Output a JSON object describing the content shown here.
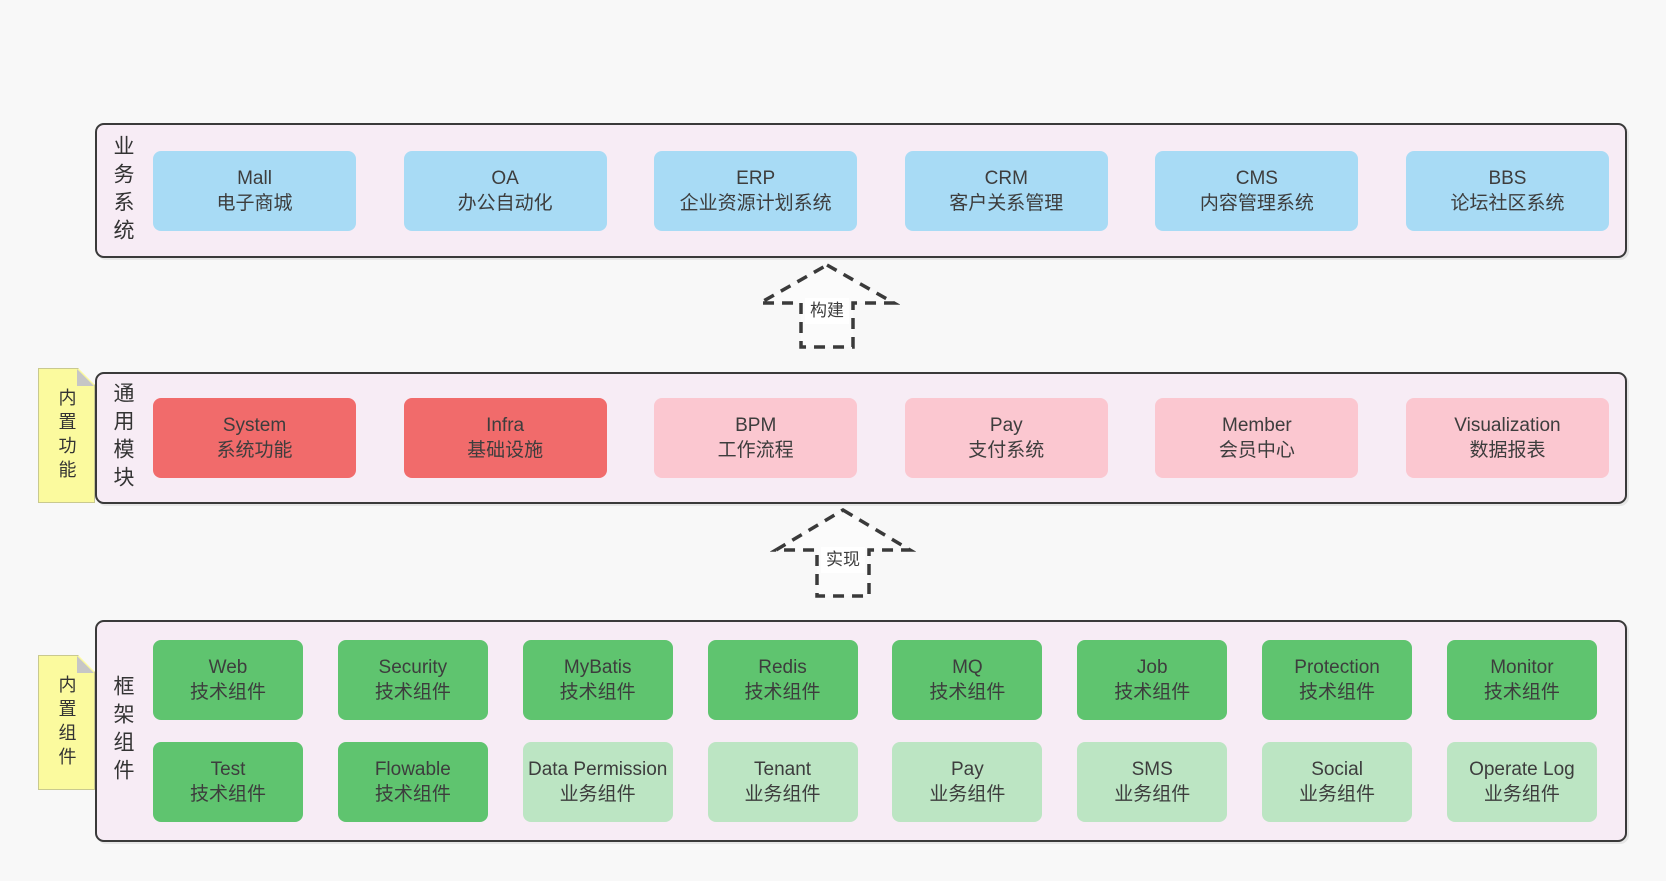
{
  "notes": [
    {
      "text": "内置功能"
    },
    {
      "text": "内置组件"
    }
  ],
  "arrows": [
    {
      "label": "构建"
    },
    {
      "label": "实现"
    }
  ],
  "layers": [
    {
      "label": "业务系统",
      "boxes": [
        {
          "en": "Mall",
          "zh": "电子商城",
          "variant": "blue"
        },
        {
          "en": "OA",
          "zh": "办公自动化",
          "variant": "blue"
        },
        {
          "en": "ERP",
          "zh": "企业资源计划系统",
          "variant": "blue"
        },
        {
          "en": "CRM",
          "zh": "客户关系管理",
          "variant": "blue"
        },
        {
          "en": "CMS",
          "zh": "内容管理系统",
          "variant": "blue"
        },
        {
          "en": "BBS",
          "zh": "论坛社区系统",
          "variant": "blue"
        }
      ]
    },
    {
      "label": "通用模块",
      "note": "内置功能",
      "boxes": [
        {
          "en": "System",
          "zh": "系统功能",
          "variant": "red"
        },
        {
          "en": "Infra",
          "zh": "基础设施",
          "variant": "red"
        },
        {
          "en": "BPM",
          "zh": "工作流程",
          "variant": "pink"
        },
        {
          "en": "Pay",
          "zh": "支付系统",
          "variant": "pink"
        },
        {
          "en": "Member",
          "zh": "会员中心",
          "variant": "pink"
        },
        {
          "en": "Visualization",
          "zh": "数据报表",
          "variant": "pink"
        }
      ]
    },
    {
      "label": "框架组件",
      "note": "内置组件",
      "rows": [
        {
          "boxes": [
            {
              "en": "Web",
              "zh": "技术组件",
              "variant": "green"
            },
            {
              "en": "Security",
              "zh": "技术组件",
              "variant": "green"
            },
            {
              "en": "MyBatis",
              "zh": "技术组件",
              "variant": "green"
            },
            {
              "en": "Redis",
              "zh": "技术组件",
              "variant": "green"
            },
            {
              "en": "MQ",
              "zh": "技术组件",
              "variant": "green"
            },
            {
              "en": "Job",
              "zh": "技术组件",
              "variant": "green"
            },
            {
              "en": "Protection",
              "zh": "技术组件",
              "variant": "green"
            },
            {
              "en": "Monitor",
              "zh": "技术组件",
              "variant": "green"
            }
          ]
        },
        {
          "boxes": [
            {
              "en": "Test",
              "zh": "技术组件",
              "variant": "green"
            },
            {
              "en": "Flowable",
              "zh": "技术组件",
              "variant": "green"
            },
            {
              "en": "Data Permission",
              "zh": "业务组件",
              "variant": "lightgreen"
            },
            {
              "en": "Tenant",
              "zh": "业务组件",
              "variant": "lightgreen"
            },
            {
              "en": "Pay",
              "zh": "业务组件",
              "variant": "lightgreen"
            },
            {
              "en": "SMS",
              "zh": "业务组件",
              "variant": "lightgreen"
            },
            {
              "en": "Social",
              "zh": "业务组件",
              "variant": "lightgreen"
            },
            {
              "en": "Operate Log",
              "zh": "业务组件",
              "variant": "lightgreen"
            }
          ]
        }
      ]
    }
  ],
  "colors": {
    "blue_box": "#a8dbf5",
    "red_box": "#f16b6b",
    "pink_box": "#fbc7d0",
    "green_box": "#5fc46f",
    "light_green_box": "#bce5c3",
    "layer_background": "#f7ecf5",
    "layer_border": "#3a3a3a",
    "note_yellow": "#fbfa9e",
    "page_background": "#f8f8f8",
    "text": "#3d3d3d"
  }
}
